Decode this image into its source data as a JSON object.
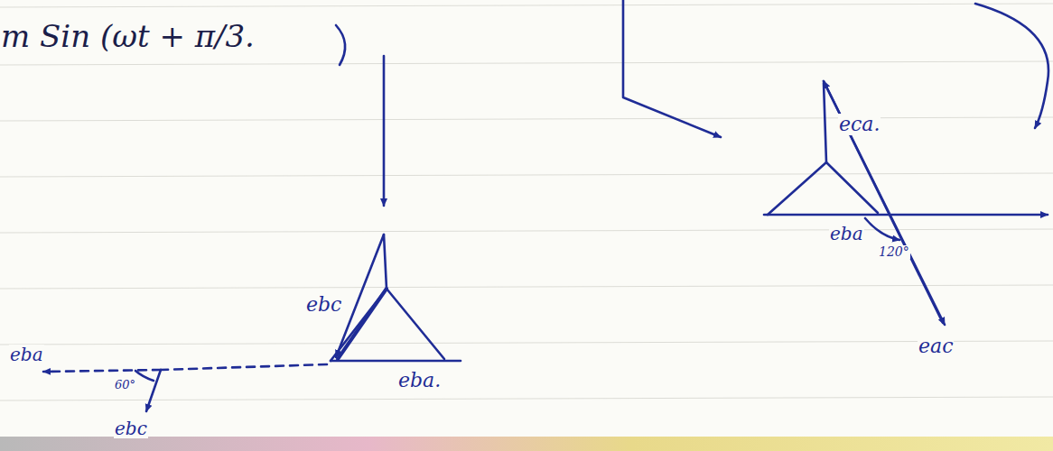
{
  "diagram": {
    "labels": [
      "m Sin (ωt + π/3.",
      "eca.",
      "eba",
      "120°",
      "eac",
      "ebc",
      "eba.",
      "eba",
      "60°",
      "ebc"
    ]
  }
}
